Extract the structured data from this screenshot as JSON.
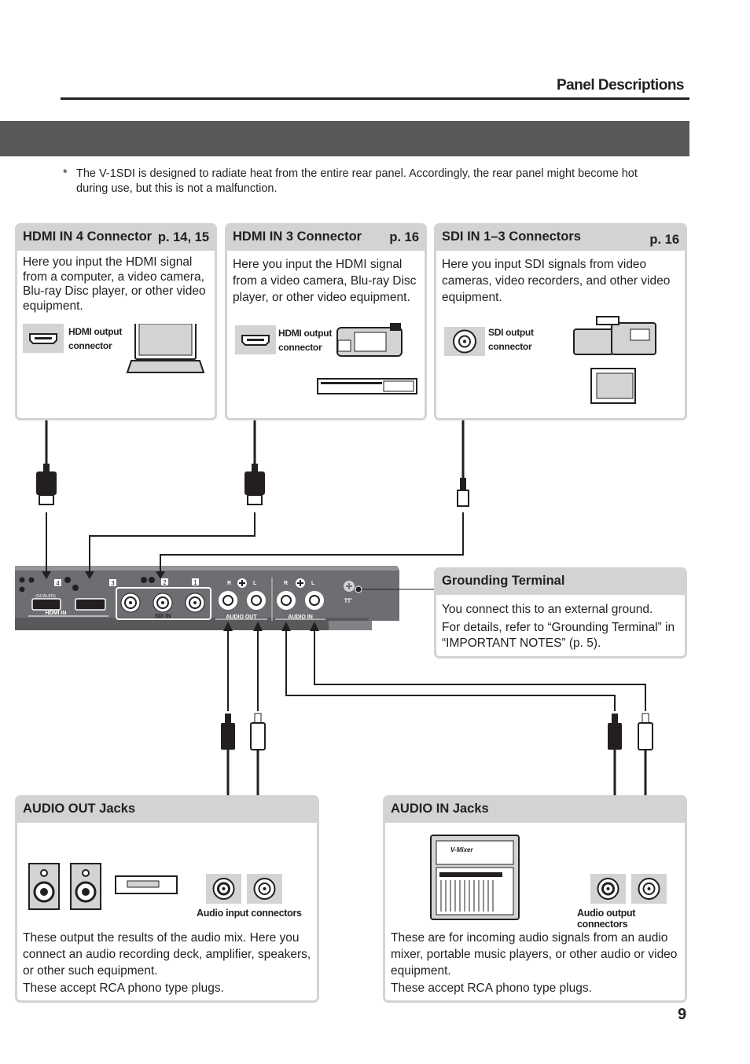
{
  "header": {
    "title": "Panel Descriptions"
  },
  "note": {
    "marker": "*",
    "text": "The V-1SDI is designed to radiate heat from the entire rear panel. Accordingly, the rear panel might become hot during use, but this is not a malfunction."
  },
  "boxes": {
    "hdmi4": {
      "title": "HDMI IN 4 Connector",
      "page": "p. 14, 15",
      "description": "Here you input the HDMI signal from a computer, a video camera, Blu-ray Disc player, or other video equipment.",
      "connector_label_1": "HDMI output",
      "connector_label_2": "connector"
    },
    "hdmi3": {
      "title": "HDMI IN 3 Connector",
      "page": "p. 16",
      "description": "Here you input the HDMI signal from a video camera, Blu-ray Disc player, or other video equipment.",
      "connector_label_1": "HDMI output",
      "connector_label_2": "connector"
    },
    "sdi": {
      "title": "SDI IN 1–3 Connectors",
      "page": "p. 16",
      "description": "Here you input SDI signals from video cameras, video recorders, and other video equipment.",
      "connector_label_1": "SDI output",
      "connector_label_2": "connector"
    },
    "ground": {
      "title": "Grounding Terminal",
      "line1": "You connect this to an external ground.",
      "line2": "For details, refer to “Grounding Terminal” in “IMPORTANT NOTES” (p. 5)."
    },
    "audio_out": {
      "title": "AUDIO OUT Jacks",
      "connector_label": "Audio input connectors",
      "description": "These output the results of the audio mix. Here you connect an audio recording deck, amplifier, speakers, or other such equipment.",
      "description2": "These accept RCA phono type plugs."
    },
    "audio_in": {
      "title": "AUDIO IN Jacks",
      "connector_label": "Audio output connectors",
      "mixer_logo": "V-Mixer",
      "description": "These are for incoming audio signals from an audio mixer, portable music players, or other audio or video equipment.",
      "description2": "These accept RCA phono type plugs."
    }
  },
  "panel": {
    "hdmi_in": "HDMI IN",
    "sdi_in": "SDI IN",
    "audio_out": "AUDIO OUT",
    "audio_in": "AUDIO IN",
    "scaler": "(SCALER)",
    "n4": "4",
    "n3": "3",
    "n2": "2",
    "n1": "1",
    "r": "R",
    "l": "L"
  },
  "page_number": "9"
}
